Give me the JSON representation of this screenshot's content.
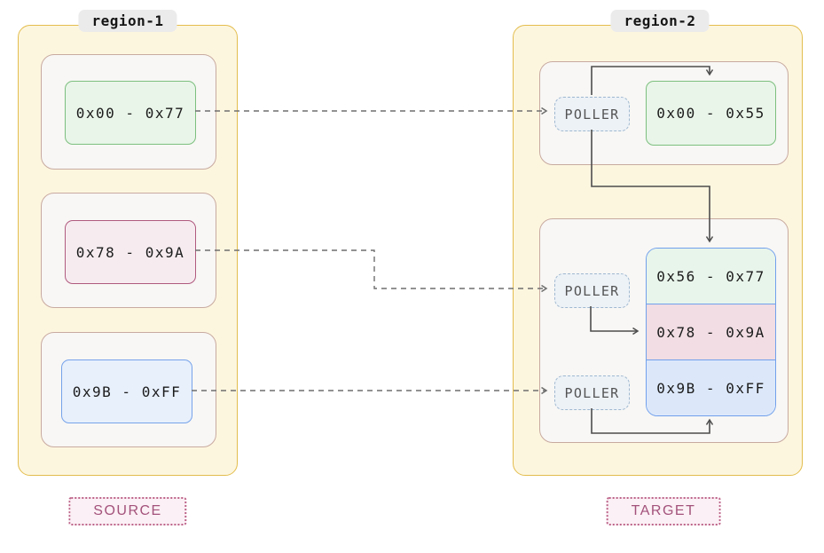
{
  "diagram": {
    "source": {
      "region_label": "region-1",
      "tag": "SOURCE",
      "blocks": [
        {
          "range": "0x00 - 0x77",
          "color_name": "green"
        },
        {
          "range": "0x78 - 0x9A",
          "color_name": "pink"
        },
        {
          "range": "0x9B - 0xFF",
          "color_name": "blue"
        }
      ]
    },
    "target": {
      "region_label": "region-2",
      "tag": "TARGET",
      "pollers": [
        {
          "label": "POLLER"
        },
        {
          "label": "POLLER"
        },
        {
          "label": "POLLER"
        }
      ],
      "top_block": {
        "range": "0x00 - 0x55",
        "color_name": "green"
      },
      "stacked_blocks": [
        {
          "range": "0x56 - 0x77",
          "color_name": "green"
        },
        {
          "range": "0x78 - 0x9A",
          "color_name": "pink"
        },
        {
          "range": "0x9B - 0xFF",
          "color_name": "blue"
        }
      ]
    },
    "colors": {
      "region_fill": "#fdf6df",
      "region_border": "#e3bd4e",
      "slot_fill": "#f8f7f5",
      "slot_border": "#c8aaa0",
      "green_fill": "#e9f5e9",
      "green_border": "#7cbf7e",
      "pink_fill": "#f6ecf0",
      "pink_border": "#b05a7e",
      "blue_fill": "#e8f0fc",
      "blue_border": "#76a3ea",
      "poller_fill": "#edf2f7",
      "poller_border": "#9fb8d0",
      "tag_fill": "#fbf0f5",
      "tag_border": "#bd6489",
      "tag_text": "#a3527b",
      "solid_edge": "#4d4d4d",
      "dashed_edge": "#6e6e6e"
    }
  }
}
